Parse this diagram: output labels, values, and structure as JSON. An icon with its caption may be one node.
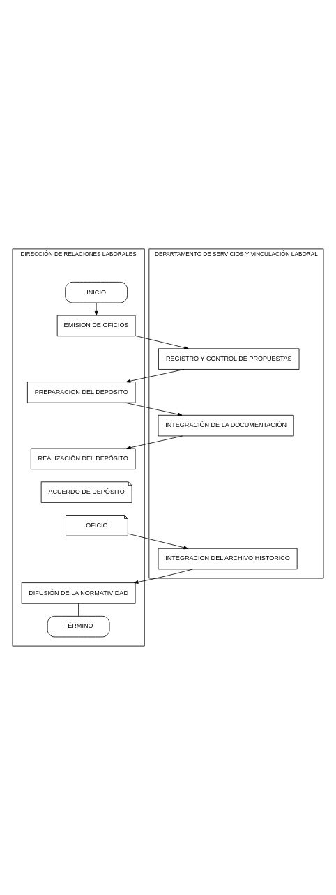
{
  "diagram": {
    "nodes": [
      {
        "text": [
          "DIRECCIÓN DE RELACIONES LABORALES"
        ]
      },
      {
        "text": [
          "DEPARTAMENTO DE SERVICIOS Y VINCULACIÓN LABORAL"
        ]
      },
      {
        "text": [
          "INICIO"
        ],
        "in": 0
      },
      {
        "text": [
          "EMISIÓN DE OFICIOS"
        ],
        "in": 0
      },
      {
        "text": [
          "REGISTRO Y CONTROL DE PROPUESTAS"
        ],
        "in": 1
      },
      {
        "text": [
          "PREPARACIÓN DEL DEPÓSITO"
        ],
        "in": 0
      },
      {
        "text": [
          "INTEGRACIÓN DE LA DOCUMENTACIÓN"
        ],
        "in": 1
      },
      {
        "text": [
          "REALIZACIÓN DEL DEPÓSITO"
        ],
        "in": 0
      },
      {
        "text": [
          "ACUERDO DE DEPÓSITO"
        ],
        "in": 0
      },
      {
        "text": [
          "OFICIO"
        ],
        "in": 0
      },
      {
        "text": [
          "INTEGRACIÓN DEL ARCHIVO HISTÓRICO"
        ],
        "in": 1
      },
      {
        "text": [
          "DIFUSIÓN DE LA NORMATIVIDAD"
        ],
        "in": 0
      },
      {
        "text": [
          "TÉRMINO"
        ],
        "in": 0
      }
    ],
    "edges": [
      {
        "from": 2,
        "to": 3,
        "arrow": "to"
      },
      {
        "from": 3,
        "to": 4,
        "arrow": "to"
      },
      {
        "from": 4,
        "to": 5,
        "arrow": "to"
      },
      {
        "from": 5,
        "to": 6,
        "arrow": "to"
      },
      {
        "from": 6,
        "to": 7,
        "arrow": "to"
      },
      {
        "from": 9,
        "to": 10,
        "arrow": "to"
      },
      {
        "from": 10,
        "to": 11,
        "arrow": "to"
      },
      {
        "from": 11,
        "to": 12,
        "arrow": "none"
      }
    ]
  }
}
